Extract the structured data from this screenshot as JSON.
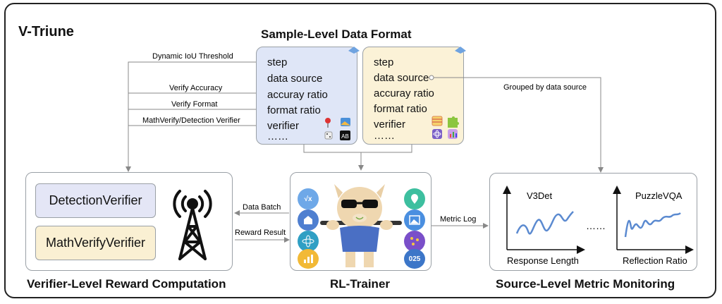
{
  "title": "V-Triune",
  "format": {
    "title": "Sample-Level Data Format",
    "left_fields": [
      "step",
      "data source",
      "accuray ratio",
      "format ratio",
      "verifier",
      "……"
    ],
    "right_fields": [
      "step",
      "data source",
      "accuray ratio",
      "format ratio",
      "verifier",
      "……"
    ],
    "icon_ab": "AB"
  },
  "arrows": {
    "iou": "Dynamic IoU Threshold",
    "accuracy": "Verify Accuracy",
    "format": "Verify Format",
    "verifier": "MathVerify/Detection Verifier",
    "grouped": "Grouped by data source",
    "batch": "Data Batch",
    "reward": "Reward Result",
    "metric_log": "Metric Log"
  },
  "verifier_panel": {
    "title": "Verifier-Level Reward Computation",
    "detection": "DetectionVerifier",
    "mathverify": "MathVerifyVerifier"
  },
  "trainer": {
    "title": "RL-Trainer",
    "chip_sqrt": "√x",
    "chip_025": "025"
  },
  "monitor": {
    "title": "Source-Level Metric Monitoring",
    "chart1_label": "V3Det",
    "chart2_label": "PuzzleVQA",
    "dots": "……",
    "xlabel1": "Response Length",
    "xlabel2": "Reflection Ratio"
  },
  "colors": {
    "left_card": "#dfe6f7",
    "right_card": "#fbf2d7",
    "detection_box": "#e4e6f6",
    "mathverify_box": "#faf0d3",
    "curve": "#5b8ad0"
  }
}
